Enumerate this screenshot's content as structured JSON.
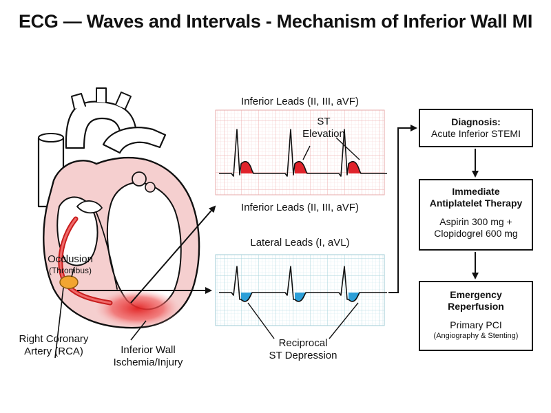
{
  "title": "ECG — Waves and Intervals - Mechanism of Inferior Wall MI",
  "heart": {
    "occlusion_label": "Occlusion",
    "thrombus_label": "(Thrombus)",
    "rca_label_line1": "Right Coronary",
    "rca_label_line2": "Artery (RCA)",
    "inferior_label_line1": "Inferior Wall",
    "inferior_label_line2": "Ischemia/Injury"
  },
  "ecg": {
    "inferior_title": "Inferior Leads (II, III, aVF)",
    "inferior_caption": "Inferior Leads (II, III, aVF)",
    "st_elevation_line1": "ST",
    "st_elevation_line2": "Elevation",
    "lateral_title": "Lateral Leads (I, aVL)",
    "reciprocal_line1": "Reciprocal",
    "reciprocal_line2": "ST Depression"
  },
  "flow": {
    "diagnosis_heading": "Diagnosis:",
    "diagnosis_text": "Acute Inferior STEMI",
    "therapy_heading_line1": "Immediate",
    "therapy_heading_line2": "Antiplatelet Therapy",
    "therapy_text_line1": "Aspirin 300 mg +",
    "therapy_text_line2": "Clopidogrel 600 mg",
    "reperfusion_heading_line1": "Emergency",
    "reperfusion_heading_line2": "Reperfusion",
    "reperfusion_text": "Primary PCI",
    "reperfusion_subtext": "(Angiography & Stenting)"
  },
  "colors": {
    "st_elevation": "#e0232b",
    "st_depression": "#2d9fd8",
    "ischemia": "#e53030",
    "thrombus": "#f2a531",
    "heart_wall": "#f2c4c4",
    "inferior_grid": "#f6c9c9",
    "lateral_grid": "#b8dde6"
  }
}
